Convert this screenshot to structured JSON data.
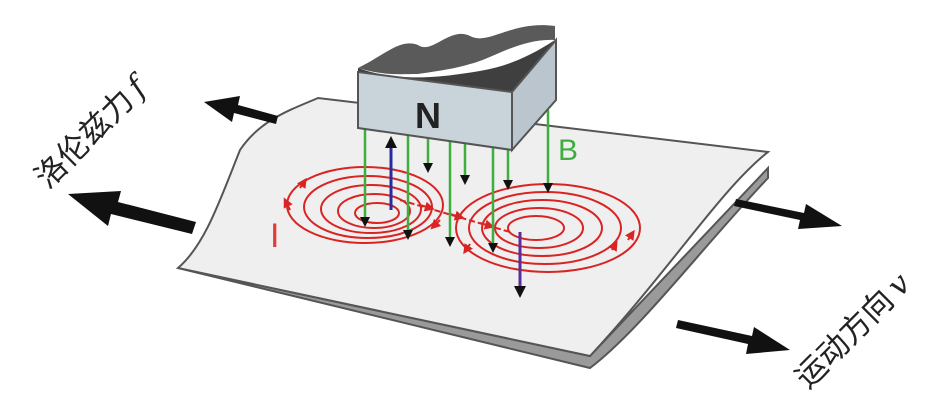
{
  "diagram": {
    "magnet_pole_label": "N",
    "field_label": "B",
    "current_label": "I",
    "force_label_main": "洛伦兹力",
    "force_label_var": "f",
    "motion_label_main": "运动方向",
    "motion_label_var": "v"
  },
  "colors": {
    "field_lines": "#3fae3f",
    "eddy_current": "#d92424",
    "induced_field": "#2a2c9e",
    "arrows": "#111111"
  }
}
